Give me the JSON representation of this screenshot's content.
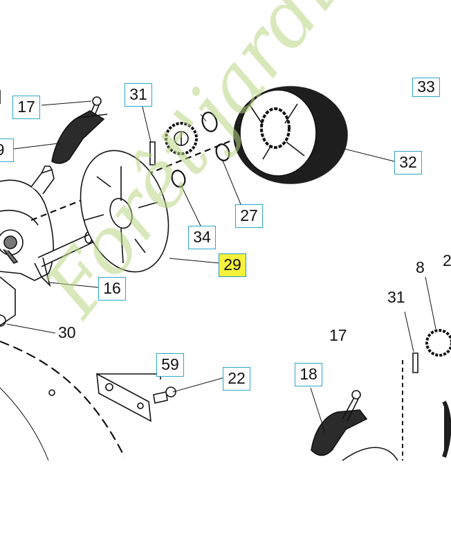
{
  "watermark": "Forêt'jardin.com",
  "colors": {
    "callout_border": "#2aa6c9",
    "highlight": "#f4f23c",
    "line": "#111111",
    "watermark": "#bad684"
  },
  "callouts": {
    "c17a": "17",
    "c9": "9",
    "c31a": "31",
    "c33": "33",
    "c32": "32",
    "c27": "27",
    "c34": "34",
    "c29": "29",
    "c16": "16",
    "c30": "30",
    "c59": "59",
    "c22": "22",
    "c18": "18",
    "c17b": "17",
    "c31b": "31",
    "c8": "8",
    "c2": "2"
  }
}
